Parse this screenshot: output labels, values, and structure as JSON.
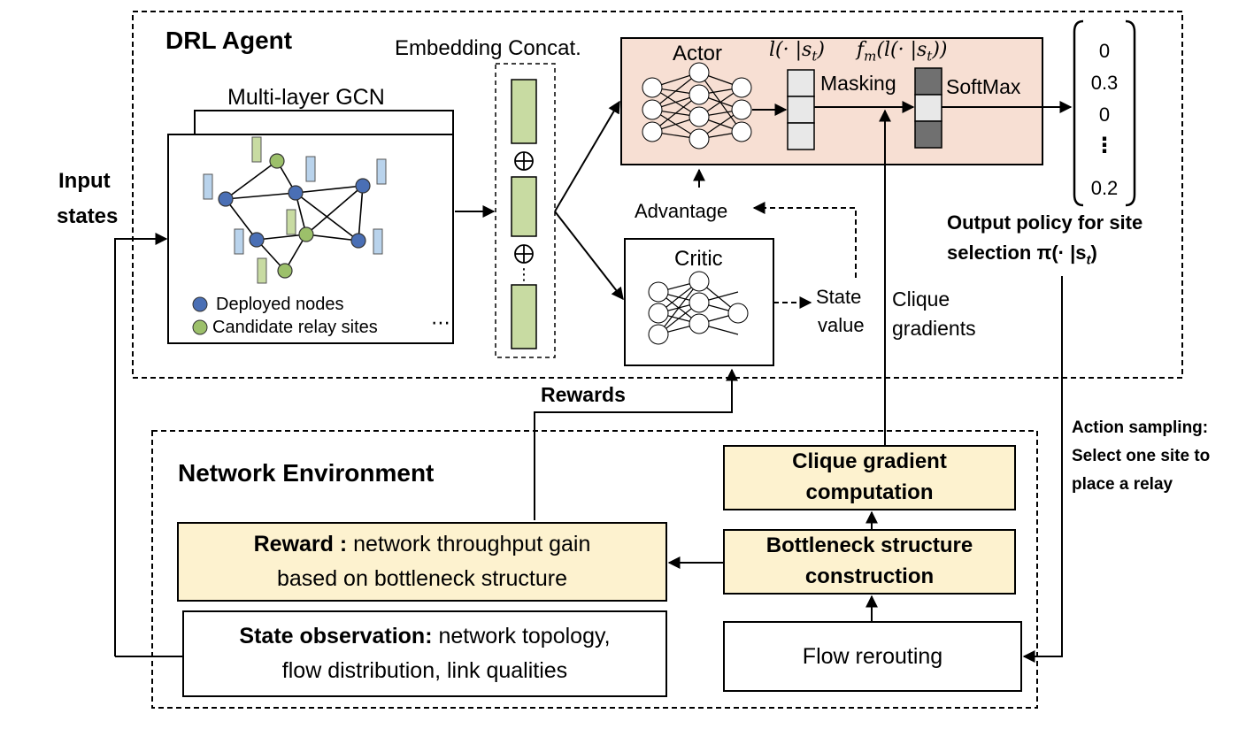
{
  "agent": {
    "title": "DRL Agent",
    "embedding_label": "Embedding Concat.",
    "gcn_label": "Multi-layer GCN",
    "legend_deployed": "Deployed nodes",
    "legend_candidate": "Candidate relay sites",
    "actor_label": "Actor",
    "logits_label": "l(· |s",
    "logits_sub": "t",
    "logits_close": ")",
    "masked_label": "f",
    "masked_sub_m": "m",
    "masked_mid": "(l(· |s",
    "masked_sub_t": "t",
    "masked_close": "))",
    "masking_label": "Masking",
    "softmax_label": "SoftMax",
    "critic_label": "Critic",
    "advantage_label": "Advantage",
    "state_value_line1": "State",
    "state_value_line2": "value",
    "clique_grad_line1": "Clique",
    "clique_grad_line2": "gradients",
    "policy_values": [
      "0",
      "0.3",
      "0",
      "⋮",
      "0.2"
    ],
    "output_line1": "Output policy for site",
    "output_line2": "selection π(· |s",
    "output_sub": "t",
    "output_close": ")"
  },
  "input_states_line1": "Input",
  "input_states_line2": "states",
  "rewards_label": "Rewards",
  "action_sampling": {
    "line1": "Action sampling:",
    "line2": "Select one site to",
    "line3": "place a relay"
  },
  "environment": {
    "title": "Network Environment",
    "clique_comp_line1": "Clique gradient",
    "clique_comp_line2": "computation",
    "bottleneck_line1": "Bottleneck structure",
    "bottleneck_line2": "construction",
    "reward_bold": "Reward :",
    "reward_rest": " network throughput gain",
    "reward_line2": "based on bottleneck structure",
    "state_obs_bold": "State observation:",
    "state_obs_rest": " network topology,",
    "state_obs_line2": "flow distribution, link qualities",
    "flow_rerouting": "Flow rerouting"
  },
  "colors": {
    "deployed_node": "#4a6fb5",
    "candidate_node": "#9cc06a",
    "blue_bar": "#b9d3ec",
    "green_bar": "#c8dba2",
    "actor_bg": "#f7dfd3",
    "yellow_box": "#fdf2cf",
    "embedding_bar": "#c8dba2"
  }
}
